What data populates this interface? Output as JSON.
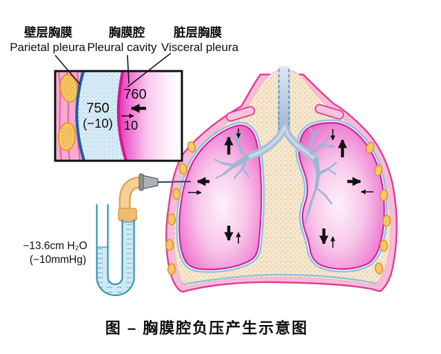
{
  "figure": {
    "caption": "图 – 胸膜腔负压产生示意图"
  },
  "labels": {
    "parietal": {
      "zh": "壁层胸膜",
      "en": "Parietal pleura"
    },
    "cavity": {
      "zh": "胸膜腔",
      "en": "Pleural cavity"
    },
    "visceral": {
      "zh": "脏层胸膜",
      "en": "Visceral pleura"
    }
  },
  "inset": {
    "alveolar_pressure": "760",
    "intrapleural_pressure": "750",
    "intrapleural_pressure_relative": "(−10)",
    "recoil_pressure": "10"
  },
  "manometer": {
    "reading_h2o": "−13.6cm H₂O",
    "reading_mmhg": "(−10mmHg)"
  },
  "colors": {
    "lung_magenta": "#e244ba",
    "lung_center": "#fdf1fa",
    "chest_wall_pink": "#f8bcd8",
    "chest_outline_magenta": "#e23a96",
    "pleura_blue_line": "#8fc2e2",
    "parietal_line_navy": "#1b5fa5",
    "visceral_line_magenta": "#d6188e",
    "cavity_stipple_blue": "#d9ecf6",
    "mediastinum_tan": "#f6e8cf",
    "rib_yellow": "#f6c868",
    "rib_outline_orange": "#dd9330",
    "tube_orange": "#f6cf96",
    "water_blue": "#cfe9f4",
    "glass_teal": "#2f93b4",
    "arrow_black": "#111111"
  }
}
